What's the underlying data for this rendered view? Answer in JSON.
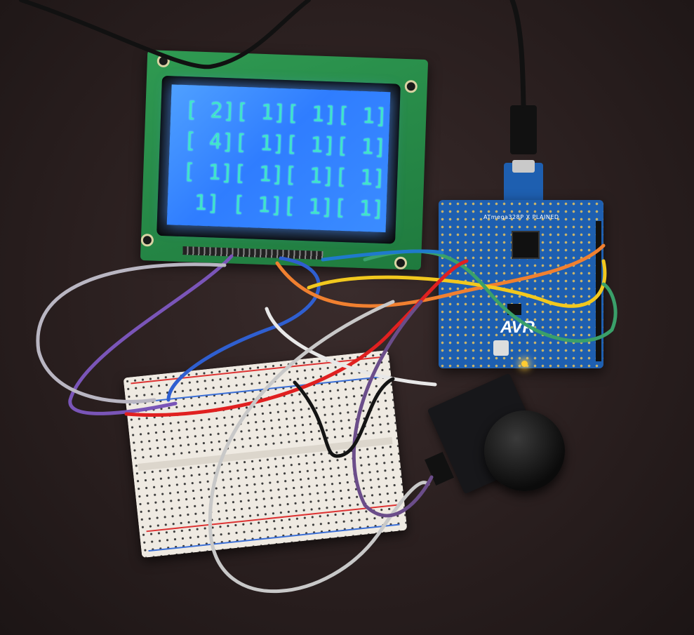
{
  "lcd": {
    "rows": [
      [
        "[ 2]",
        "[ 1]",
        "[ 1]",
        "[ 1]"
      ],
      [
        "[ 4]",
        "[ 1]",
        "[ 1]",
        "[ 1]"
      ],
      [
        "[ 1]",
        "[ 1]",
        "[ 1]",
        "[ 1]"
      ],
      [
        " 1]",
        "[ 1]",
        "[ 1]",
        "[ 1]"
      ]
    ]
  },
  "board": {
    "title": "ATmega328P X PLAINED",
    "logo": "AVR"
  },
  "colors": {
    "lcd_backlight": "#3b8cff",
    "lcd_text": "#3ee6c8",
    "pcb_green": "#2f9a52",
    "board_blue": "#1e5fb0",
    "breadboard": "#efeae2",
    "led": "#ffcc33"
  }
}
